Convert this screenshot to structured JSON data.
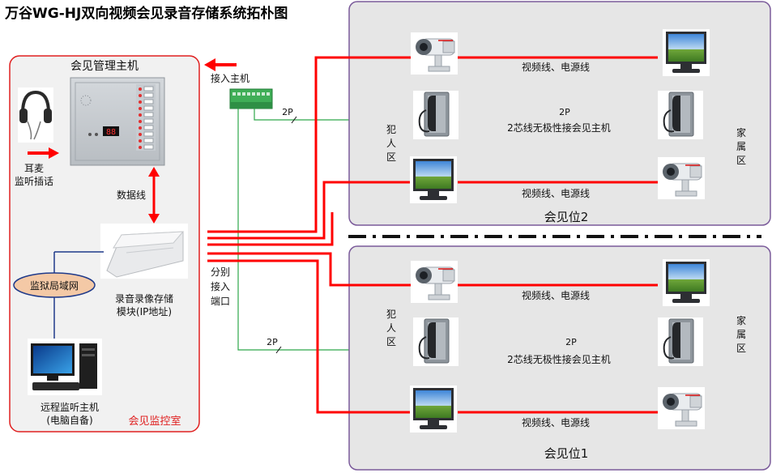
{
  "title": "万谷WG-HJ双向视频会见录音存储系统拓朴图",
  "room": {
    "caption": "会见监控室",
    "host_label": "会见管理主机",
    "headset_label": "耳麦",
    "monitor_label": "监听插话",
    "data_line": "数据线",
    "network": "监狱局域网",
    "recorder": [
      "录音录像存储",
      "模块(IP地址)"
    ],
    "remote_pc": [
      "远程监听主机",
      "(电脑自备)"
    ]
  },
  "terminal": {
    "label": "接入主机",
    "wire": "2P",
    "port": [
      "分别",
      "接入",
      "端口"
    ]
  },
  "booth2": {
    "caption": "会见位2",
    "line_top": "视频线、电源线",
    "line_mid_tag": "2P",
    "line_mid": "2芯线无极性接会见主机",
    "line_bottom": "视频线、电源线",
    "inmate": [
      "犯",
      "人",
      "区"
    ],
    "family": [
      "家",
      "属",
      "区"
    ]
  },
  "booth1": {
    "caption": "会见位1",
    "line_top": "视频线、电源线",
    "line_mid_tag": "2P",
    "line_mid": "2芯线无极性接会见主机",
    "line_bottom": "视频线、电源线",
    "inmate": [
      "犯",
      "人",
      "区"
    ],
    "family": [
      "家",
      "属",
      "区"
    ]
  },
  "colors": {
    "red_line": "#ff0000",
    "green_line": "#2ea84a",
    "booth_bg": "#e6e6e6",
    "booth_border": "#7a5a9a",
    "room_bg": "#f1f1f1",
    "room_border": "#e02020",
    "lan_fill": "#f4c9a6"
  },
  "icons": [
    "headset-icon",
    "management-host-icon",
    "recorder-module-icon",
    "remote-pc-icon",
    "terminal-block-icon",
    "cctv-camera-icon",
    "monitor-icon",
    "handset-phone-icon"
  ]
}
